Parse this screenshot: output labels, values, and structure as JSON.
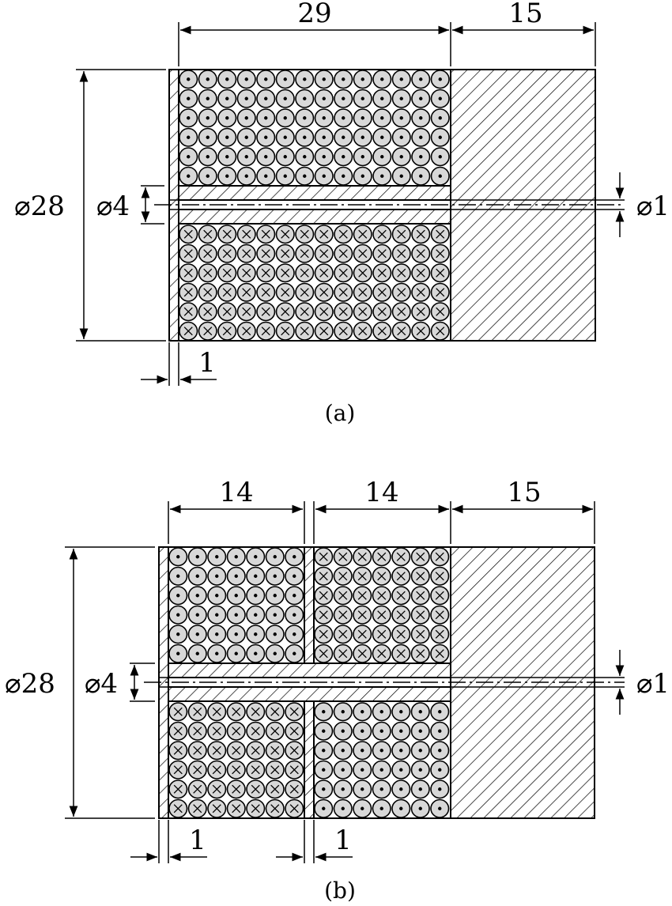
{
  "colors": {
    "ink": "#000000",
    "conductor_fill": "#d8d8d8",
    "background": "#ffffff"
  },
  "panel_a": {
    "caption": "(a)",
    "dim_coil_length": "29",
    "dim_core_length": "15",
    "dim_outer_diameter": "⌀28",
    "dim_inner_diameter": "⌀4",
    "dim_shaft_diameter": "⌀1",
    "dim_wall_thickness": "1",
    "coil_upper_current": "dot",
    "coil_lower_current": "cross"
  },
  "panel_b": {
    "caption": "(b)",
    "dim_coil1_length": "14",
    "dim_coil2_length": "14",
    "dim_core_length": "15",
    "dim_outer_diameter": "⌀28",
    "dim_inner_diameter": "⌀4",
    "dim_shaft_diameter": "⌀1",
    "dim_wall_thickness_left": "1",
    "dim_wall_thickness_mid": "1",
    "coil1_upper_current": "dot",
    "coil2_upper_current": "cross",
    "coil1_lower_current": "cross",
    "coil2_lower_current": "dot"
  }
}
